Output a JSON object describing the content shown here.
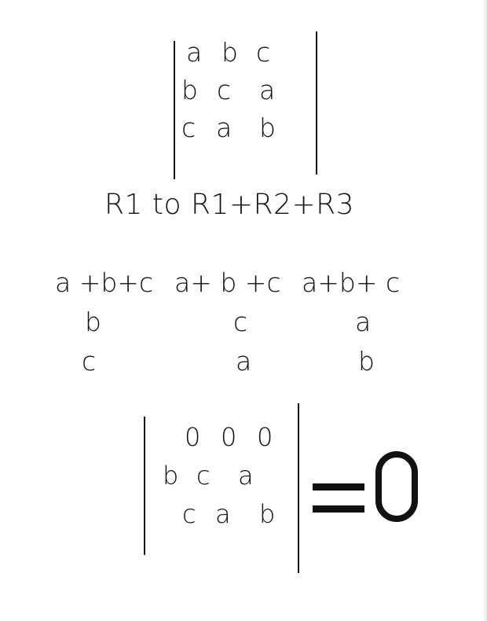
{
  "original_matrix": {
    "rows": [
      [
        "a",
        "b",
        "c"
      ],
      [
        "b",
        "c",
        "a"
      ],
      [
        "c",
        "a",
        "b"
      ]
    ]
  },
  "operation": {
    "label": "R1 to R1+R2+R3"
  },
  "expanded_matrix": {
    "rows": [
      [
        "a +b+c",
        "a+ b +c",
        "a+b+ c"
      ],
      [
        "b",
        "c",
        "a"
      ],
      [
        "c",
        "a",
        "b"
      ]
    ]
  },
  "result_matrix": {
    "rows": [
      [
        "0",
        "0",
        "0"
      ],
      [
        "b",
        "c",
        "a"
      ],
      [
        "c",
        "a",
        "b"
      ]
    ],
    "equals_sign": "=",
    "result_value": "0"
  },
  "colors": {
    "ink": "#111111",
    "background": "#ffffff"
  }
}
